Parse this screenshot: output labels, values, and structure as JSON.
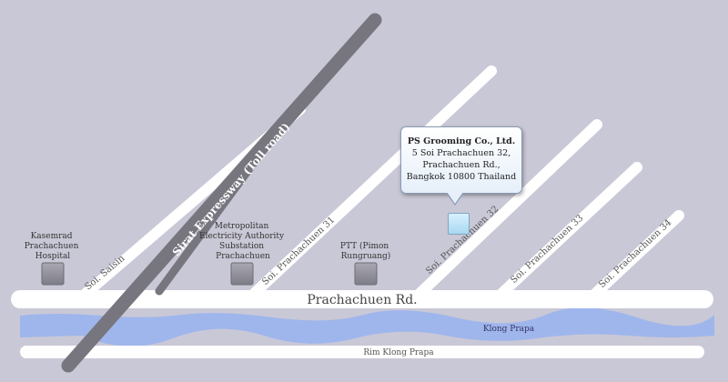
{
  "company": {
    "name": "PS Grooming Co., Ltd.",
    "address_line1": "5 Soi Prachachuen 32,",
    "address_line2": "Prachachuen Rd.,",
    "address_line3": "Bangkok 10800 Thailand"
  },
  "roads": {
    "main": "Prachachuen Rd.",
    "expressway": "Sirat Expressway (Toll road)",
    "canal": "Klong Prapa",
    "canal_road": "Rim Klong Prapa",
    "soi_saisin": "Soi. Saisin",
    "soi_31": "Soi. Prachachuen 31",
    "soi_32": "Soi. Prachachuen 32",
    "soi_33": "Soi. Prachachuen 33",
    "soi_34": "Soi. Prachachuen 34"
  },
  "landmarks": {
    "hospital": [
      "Kasemrad",
      "Prachachuen",
      "Hospital"
    ],
    "substation": [
      "Metropolitan",
      "Electricity Authority",
      "Substation",
      "Prachachuen"
    ],
    "ptt": [
      "PTT (Pimon",
      "Rungruang)"
    ]
  },
  "colors": {
    "background": "#c9c8d6",
    "road": "#ffffff",
    "expressway": "#77767f",
    "canal": "#9fb6ec",
    "landmark_marker": "#8e8d96",
    "company_marker": "#bfe4f8"
  }
}
